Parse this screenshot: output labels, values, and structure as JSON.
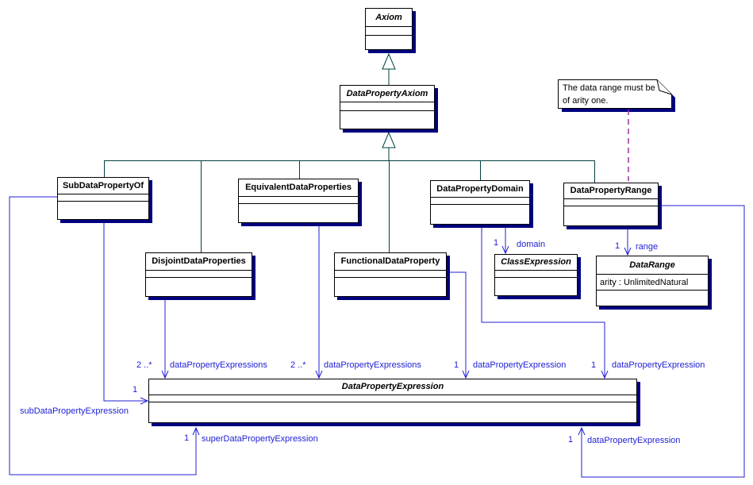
{
  "colors": {
    "association": "#2121d6",
    "generalization": "#004040",
    "noteAnchor": "#993399",
    "shadow": "#000080",
    "border": "#000000"
  },
  "note": {
    "text": "The data range must be of arity one."
  },
  "classes": {
    "axiom": {
      "title": "Axiom"
    },
    "dataPropertyAxiom": {
      "title": "DataPropertyAxiom"
    },
    "subDataPropertyOf": {
      "title": "SubDataPropertyOf"
    },
    "equivalentDataProperties": {
      "title": "EquivalentDataProperties"
    },
    "disjointDataProperties": {
      "title": "DisjointDataProperties"
    },
    "functionalDataProperty": {
      "title": "FunctionalDataProperty"
    },
    "dataPropertyDomain": {
      "title": "DataPropertyDomain"
    },
    "dataPropertyRange": {
      "title": "DataPropertyRange"
    },
    "classExpression": {
      "title": "ClassExpression"
    },
    "dataRange": {
      "title": "DataRange",
      "attribute": "arity : UnlimitedNatural"
    },
    "dataPropertyExpression": {
      "title": "DataPropertyExpression"
    }
  },
  "associations": {
    "domain": {
      "multiplicity": "1",
      "label": "domain"
    },
    "range": {
      "multiplicity": "1",
      "label": "range"
    },
    "disjointExpressions": {
      "multiplicity": "2 ..*",
      "label": "dataPropertyExpressions"
    },
    "equivalentExpressions": {
      "multiplicity": "2 ..*",
      "label": "dataPropertyExpressions"
    },
    "functionalExpression": {
      "multiplicity": "1",
      "label": "dataPropertyExpression"
    },
    "domainExpression": {
      "multiplicity": "1",
      "label": "dataPropertyExpression"
    },
    "subExpression": {
      "multiplicity": "1",
      "label": "subDataPropertyExpression"
    },
    "superExpression": {
      "multiplicity": "1",
      "label": "superDataPropertyExpression"
    },
    "rangeExpression": {
      "multiplicity": "1",
      "label": "dataPropertyExpression"
    }
  }
}
